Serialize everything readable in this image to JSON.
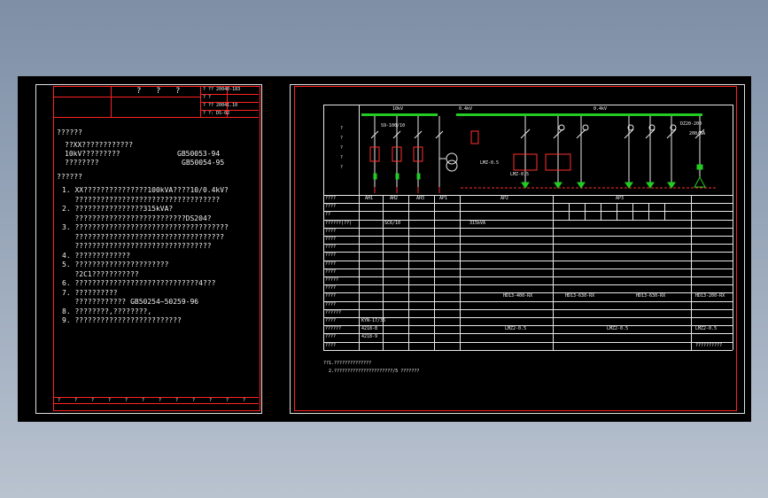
{
  "left_sheet": {
    "title_row": [
      "?",
      "?",
      "?"
    ],
    "drawing_info": [
      "? ?? 20040-183",
      "? ?",
      "? ?? 20041.10",
      "? ?: DS-02"
    ],
    "section1_heading": "??????",
    "section1_lines": [
      "??XX????????????",
      "10kV?????????",
      "????????"
    ],
    "standards": [
      "GB50053-94",
      "GB50054-95"
    ],
    "section2_heading": "??????",
    "notes": [
      "1. XX???????????????100kVA????10/0.4kV?",
      "   ??????????????????????????????????",
      "2. ????????????????315kVA?",
      "   ??????????????????????????DS204?",
      "3. ????????????????????????????????????",
      "   ???????????????????????????????????",
      "   ????????????????????????????????",
      "4. ?????????????",
      "5. ??????????????????????",
      "   ?2C1???????????",
      "6. ?????????????????????????????4???",
      "7. ??????????",
      "   ???????????? GB50254~50259-96",
      "8. ????????,????????,",
      "9. ?????????????????????????"
    ],
    "bottom_cells": [
      "?",
      "?",
      "?",
      "?",
      "?",
      "?",
      "?",
      "?",
      "?",
      "?",
      "?",
      "?"
    ]
  },
  "right_sheet": {
    "labels": {
      "bus_hv": "10kV",
      "bus_lv1": "0.4kV",
      "bus_lv2": "0.4kV",
      "left_title": "? ? ? ? ?",
      "transformer": "S9-100/10",
      "ct": "LMZ-0.5",
      "meter": "LMZ-0.5",
      "ap3_rating": "200/5A",
      "ap3_breaker": "DZ20-200",
      "footnote_1": "??1.??????????????",
      "footnote_2": "2.??????????????????????/5 ???????"
    },
    "table_headers": [
      "????",
      "AH1",
      "AH2",
      "AH3",
      "AP1",
      "AP2",
      "AP3"
    ],
    "row_labels": [
      "????",
      "????",
      "??",
      "??????(??)",
      "????",
      "????",
      "????",
      "????",
      "????",
      "????",
      "?????",
      "????",
      "????",
      "????",
      "??????",
      "????",
      "??????",
      "????",
      "????"
    ],
    "cells": {
      "ah1_r1": "KYN-17/35",
      "ah1_r2": "4218-8",
      "ah1_r3": "4218-9",
      "ah2_r3": "SC6/10",
      "ap1_rating": "315kVA",
      "ap1_ct": "LMZ2-0.5",
      "ap2_ct": "LMZ2-0.5",
      "ap3_ct": "LMZ2-0.5",
      "ap1_breaker": "HD13-400-RX",
      "ap2_breaker_1": "HD13-630-RX",
      "ap2_breaker_2": "HD13-630-RX",
      "ap3_breaker": "HD13-200-RX",
      "ap3_bottom": "??????????"
    }
  }
}
